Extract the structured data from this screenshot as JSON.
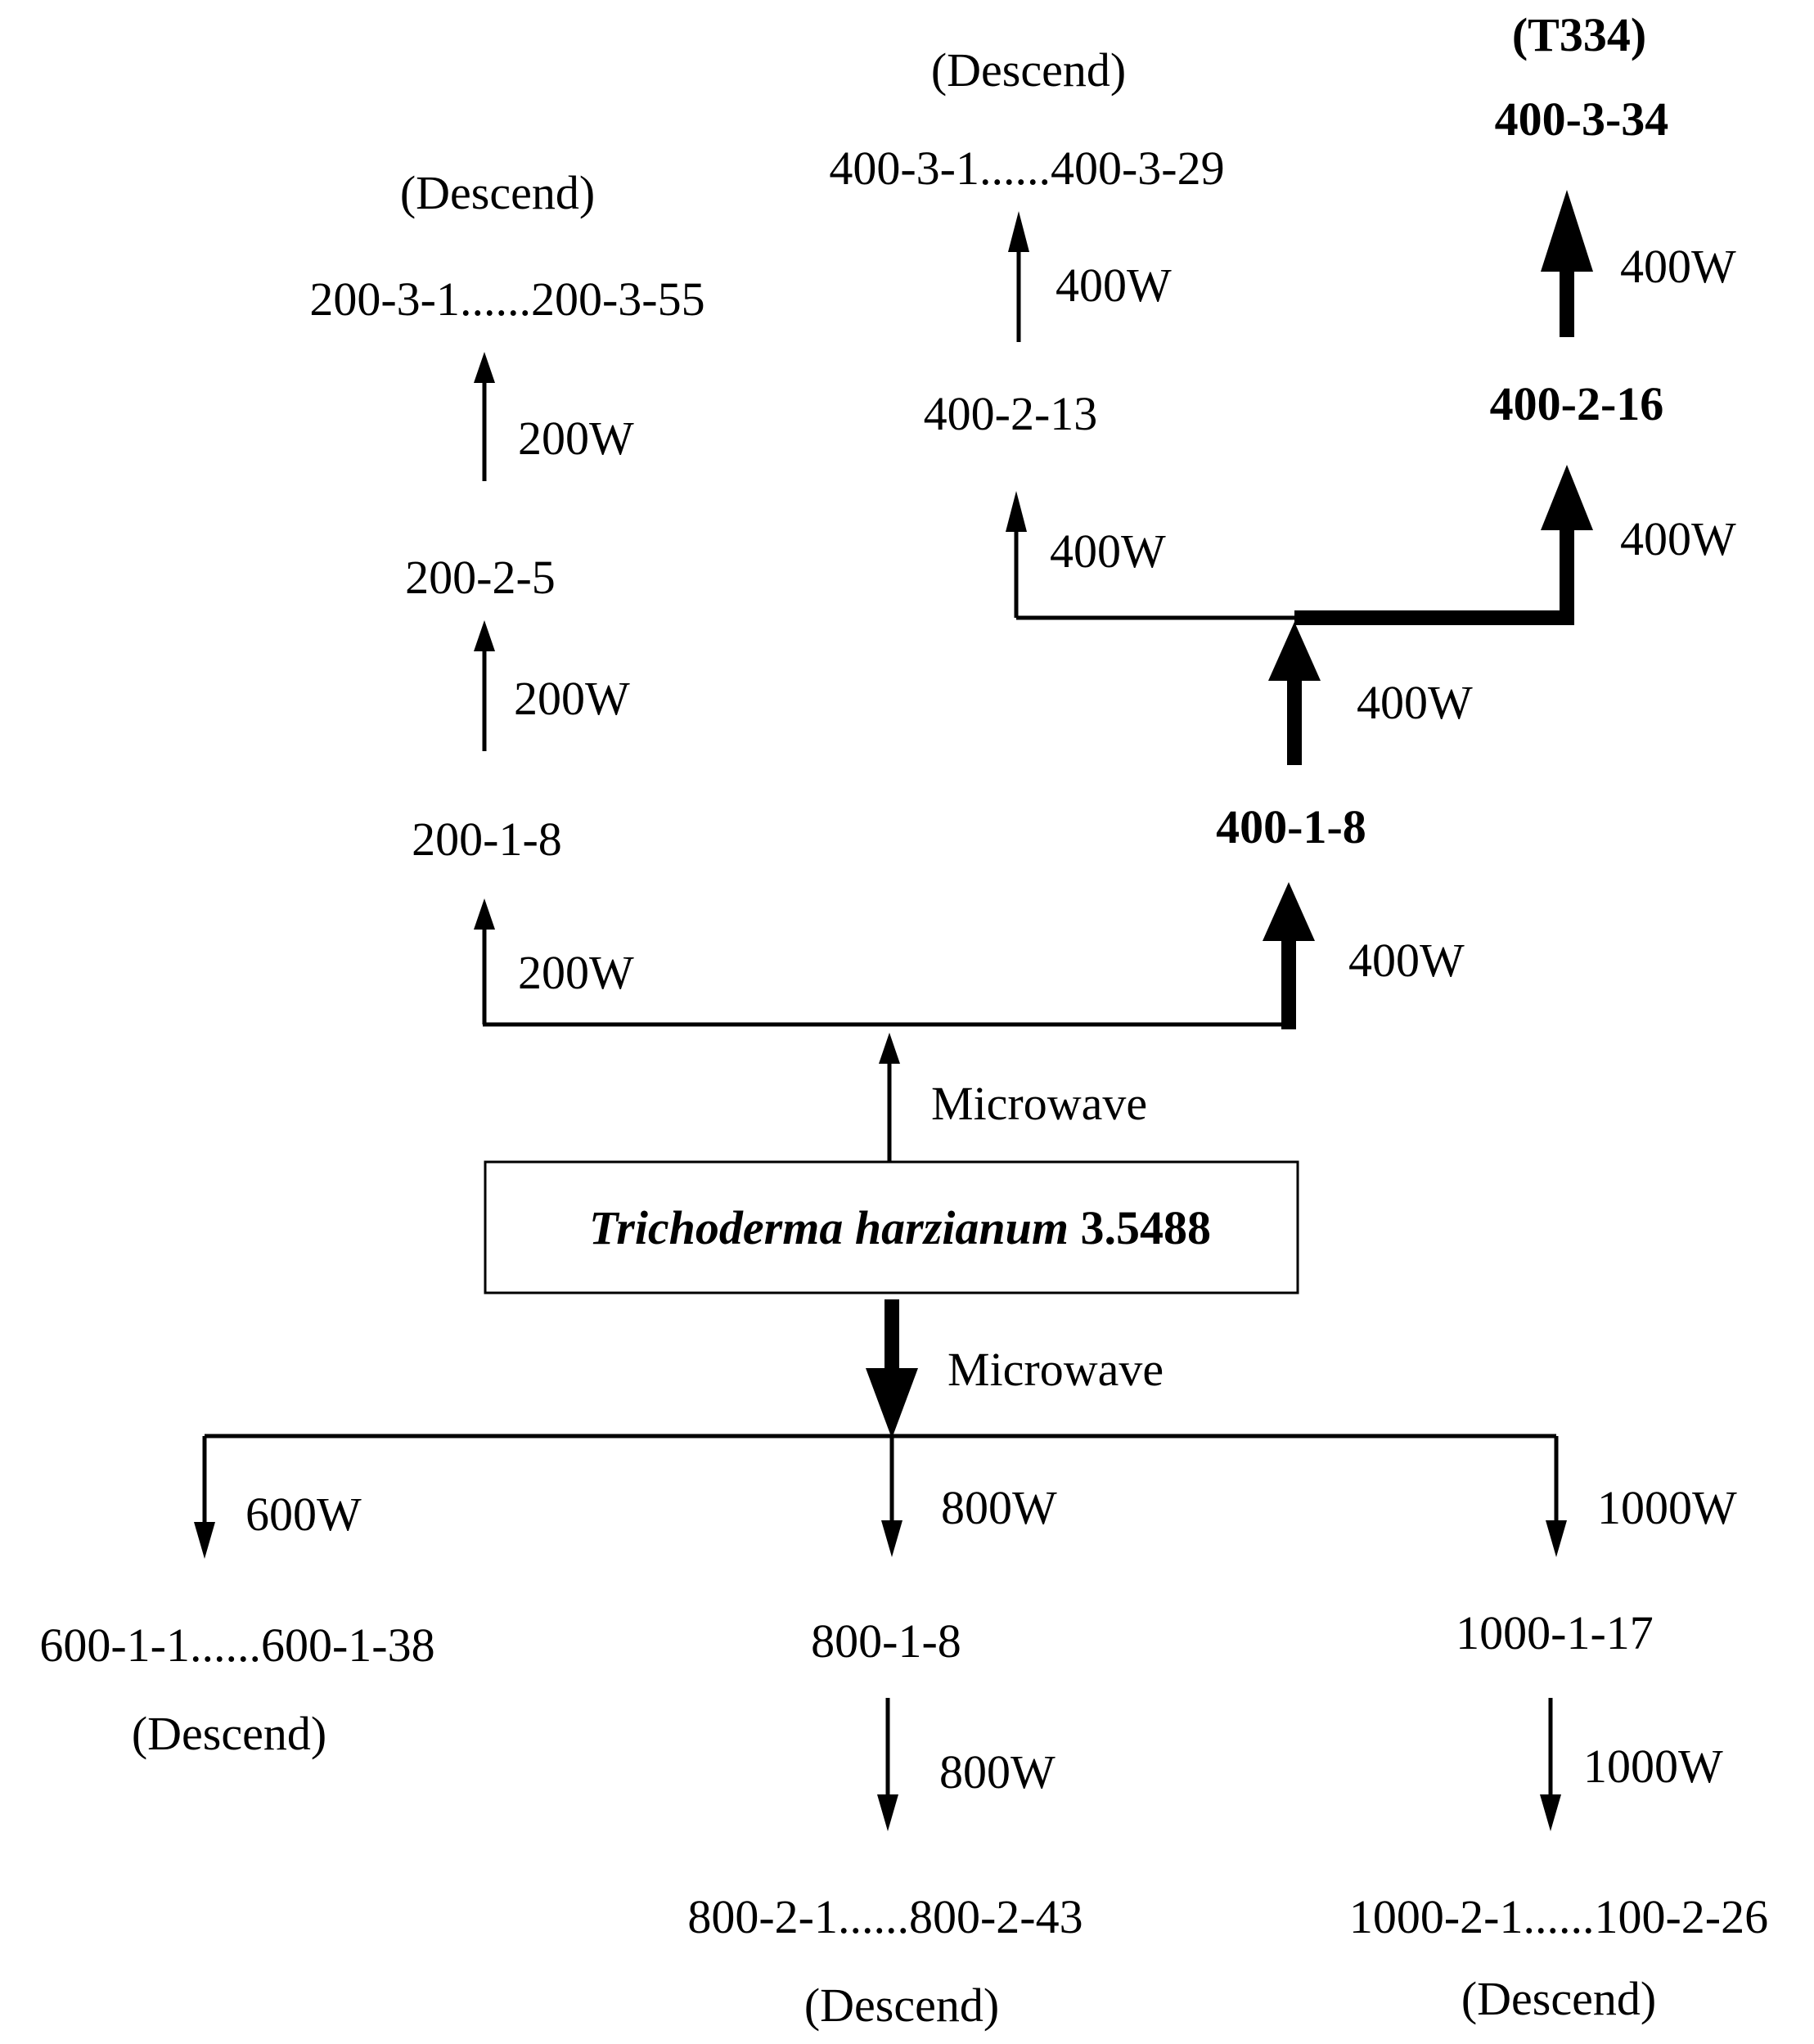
{
  "root": {
    "species": "Trichoderma harzianum",
    "strain": "3.5488",
    "up_label": "Microwave",
    "down_label": "Microwave"
  },
  "branch_200": {
    "power": "200W",
    "gen1": "200-1-8",
    "gen2": "200-2-5",
    "gen3": "200-3-1......200-3-55",
    "gen3_note": "(Descend)"
  },
  "branch_400": {
    "power": "400W",
    "gen1": "400-1-8",
    "gen2_a": "400-2-13",
    "gen2_b": "400-2-16",
    "gen3_a": "400-3-1......400-3-29",
    "gen3_a_note": "(Descend)",
    "gen3_b": "400-3-34",
    "gen3_b_note": "(T334)"
  },
  "branch_600": {
    "power": "600W",
    "gen1": "600-1-1......600-1-38",
    "gen1_note": "(Descend)"
  },
  "branch_800": {
    "power": "800W",
    "gen1": "800-1-8",
    "gen2": "800-2-1......800-2-43",
    "gen2_note": "(Descend)"
  },
  "branch_1000": {
    "power": "1000W",
    "gen1": "1000-1-17",
    "gen2": "1000-2-1......100-2-26",
    "gen2_note": "(Descend)"
  }
}
